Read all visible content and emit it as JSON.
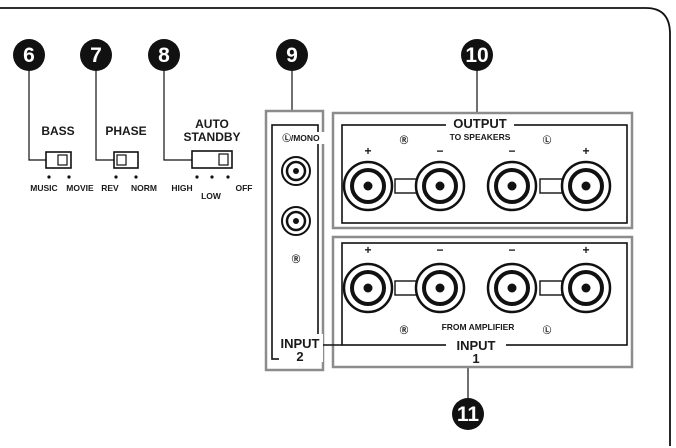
{
  "callouts": [
    "6",
    "7",
    "8",
    "9",
    "10",
    "11"
  ],
  "bass": {
    "title": "BASS",
    "options": [
      "MUSIC",
      "MOVIE"
    ]
  },
  "phase": {
    "title": "PHASE",
    "options": [
      "REV",
      "NORM"
    ]
  },
  "auto_standby": {
    "title_line1": "AUTO",
    "title_line2": "STANDBY",
    "options": [
      "HIGH",
      "LOW",
      "OFF"
    ]
  },
  "input2": {
    "top_label": "Ⓛ/MONO",
    "r_symbol": "Ⓡ",
    "label_line1": "INPUT",
    "label_line2": "2"
  },
  "output": {
    "label": "OUTPUT",
    "sublabel": "TO SPEAKERS",
    "r_symbol": "Ⓡ",
    "l_symbol": "Ⓛ",
    "polarity": [
      "+",
      "−",
      "−",
      "+"
    ]
  },
  "input1": {
    "label_line1": "INPUT",
    "label_line2": "1",
    "sublabel": "FROM AMPLIFIER",
    "r_symbol": "Ⓡ",
    "l_symbol": "Ⓛ",
    "polarity": [
      "+",
      "−",
      "−",
      "+"
    ]
  }
}
